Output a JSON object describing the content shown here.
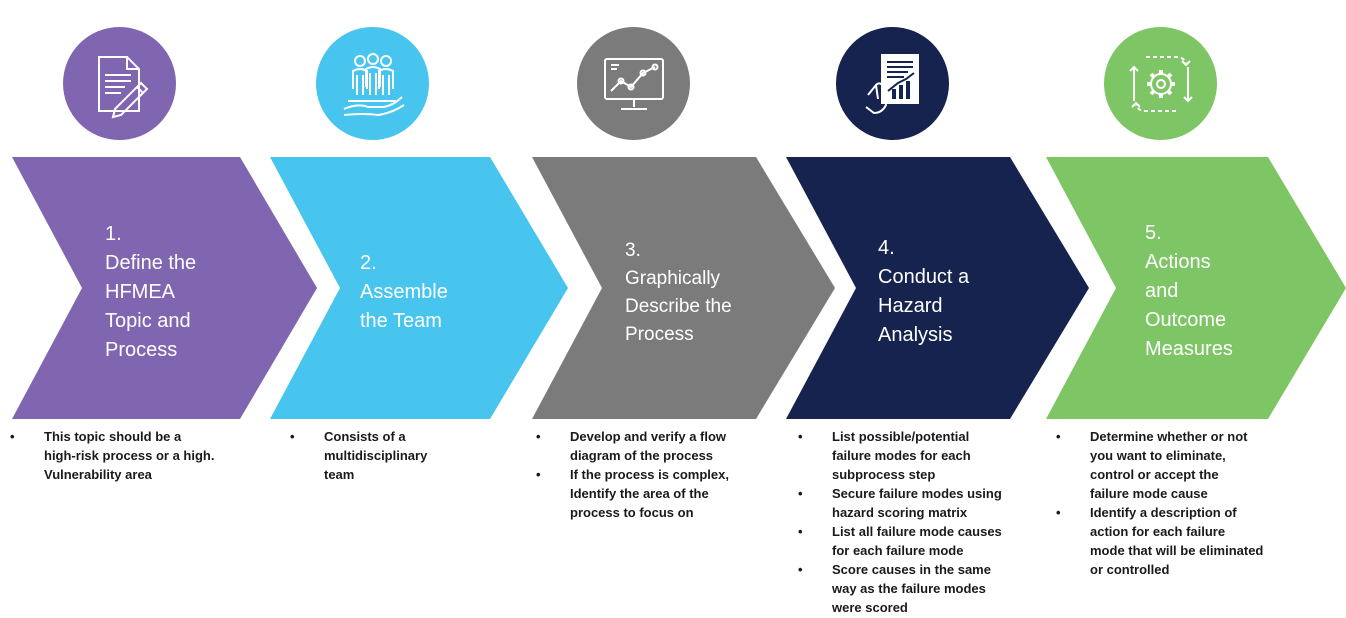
{
  "colors": {
    "step1": "#8066b0",
    "step2": "#47c5ee",
    "step3": "#7b7b7b",
    "step4": "#16234f",
    "step5": "#7ec566"
  },
  "steps": [
    {
      "icon": "document-pen-icon",
      "number": "1.",
      "title_lines": [
        "Define the",
        "HFMEA",
        "Topic and",
        "Process"
      ],
      "bullets": [
        [
          "This topic should be a",
          "high-risk process or a high.",
          "Vulnerability area"
        ]
      ]
    },
    {
      "icon": "team-hand-icon",
      "number": "2.",
      "title_lines": [
        "Assemble",
        "the Team"
      ],
      "bullets": [
        [
          "Consists of a",
          "multidisciplinary",
          "team"
        ]
      ]
    },
    {
      "icon": "monitor-chart-icon",
      "number": "3.",
      "title_lines": [
        "Graphically",
        "Describe the",
        "Process"
      ],
      "bullets": [
        [
          "Develop and verify a flow",
          "diagram of the process"
        ],
        [
          "If the process is complex,",
          "Identify the area of the",
          "process to focus on"
        ]
      ]
    },
    {
      "icon": "hand-report-icon",
      "number": "4.",
      "title_lines": [
        " Conduct a",
        "Hazard",
        "Analysis"
      ],
      "bullets": [
        [
          "List possible/potential",
          "failure modes for each",
          "subprocess step"
        ],
        [
          "Secure failure modes using",
          "hazard scoring matrix"
        ],
        [
          "List all failure mode causes",
          "for each  failure mode"
        ],
        [
          "Score causes in the same",
          "way as the failure modes",
          "were scored"
        ]
      ]
    },
    {
      "icon": "gear-cycle-icon",
      "number": "5.",
      "title_lines": [
        "Actions",
        "and",
        "Outcome",
        "Measures"
      ],
      "bullets": [
        [
          "Determine whether or not",
          "you want to eliminate,",
          "control or accept the",
          "failure mode cause"
        ],
        [
          "Identify a description of",
          "action for each failure",
          "mode that will be eliminated",
          "or controlled"
        ]
      ]
    }
  ]
}
